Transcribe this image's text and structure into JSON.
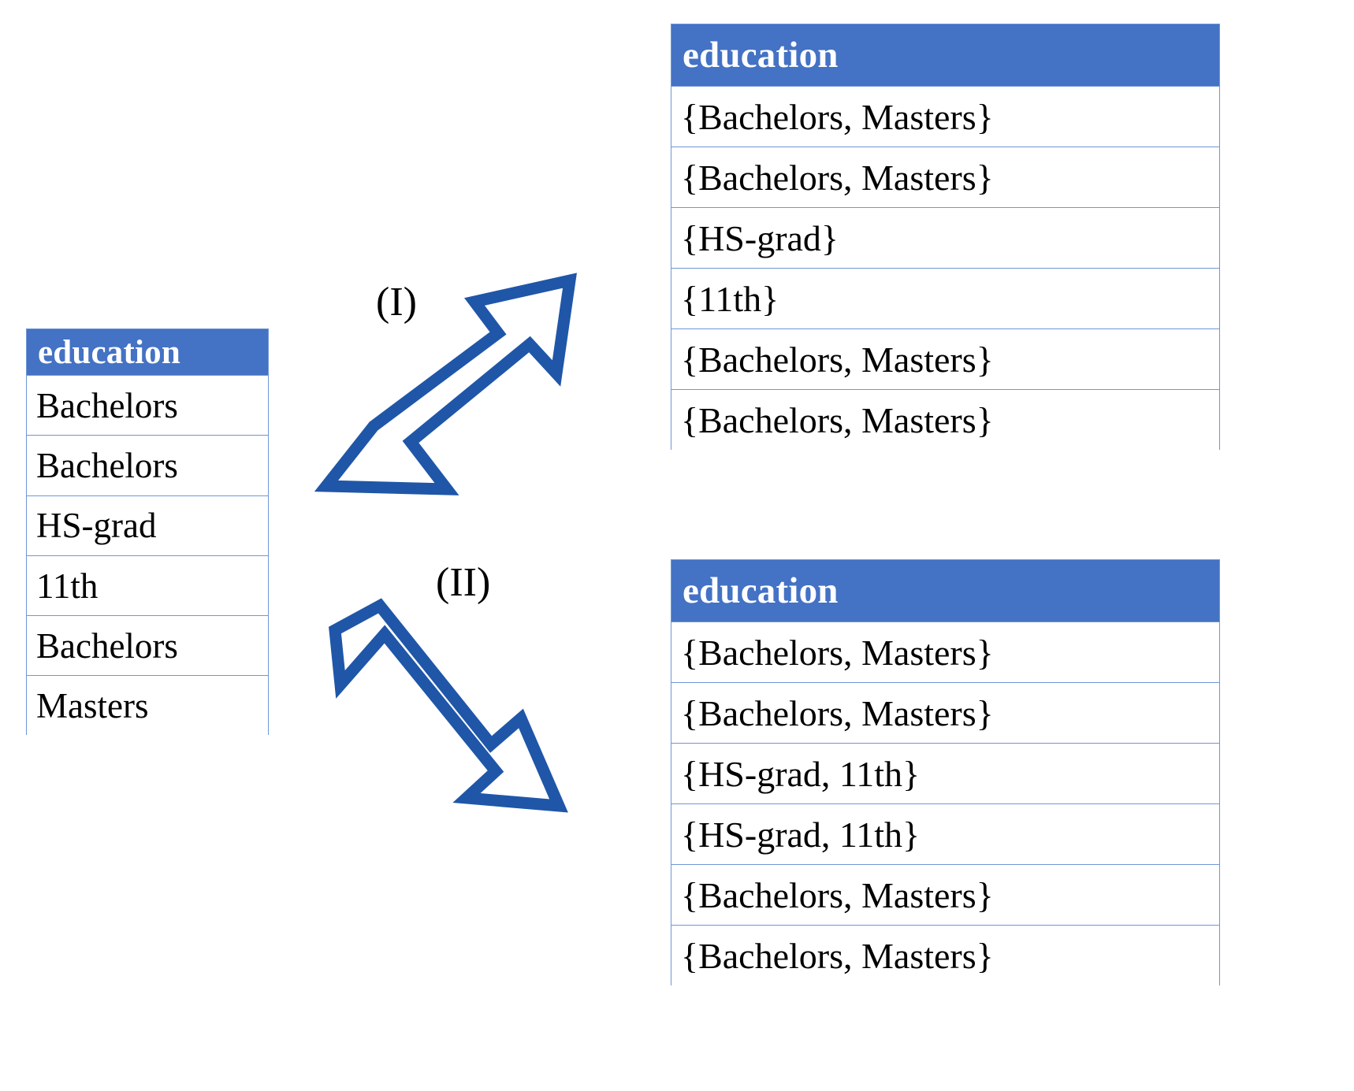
{
  "figure": {
    "title_text": "",
    "accent_header_color": "#4472C4",
    "arrow_color": "#1F56A8",
    "border_color": "#6F96D6",
    "text_color": "#000000"
  },
  "source_table": {
    "name": "source-education-table",
    "header": "education",
    "rows": [
      "Bachelors",
      "Bachelors",
      "HS-grad",
      "11th",
      "Bachelors",
      "Masters"
    ]
  },
  "arrows": [
    {
      "name": "arrow-up",
      "label": "(I)",
      "direction": "up-right"
    },
    {
      "name": "arrow-down",
      "label": "(II)",
      "direction": "down-right"
    }
  ],
  "result_table_i": {
    "name": "result-table-i",
    "header": "education",
    "rows": [
      "{Bachelors, Masters}",
      "{Bachelors, Masters}",
      "{HS-grad}",
      "{11th}",
      "{Bachelors, Masters}",
      "{Bachelors, Masters}"
    ]
  },
  "result_table_ii": {
    "name": "result-table-ii",
    "header": "education",
    "rows": [
      "{Bachelors, Masters}",
      "{Bachelors, Masters}",
      "{HS-grad, 11th}",
      "{HS-grad, 11th}",
      "{Bachelors, Masters}",
      "{Bachelors, Masters}"
    ]
  }
}
